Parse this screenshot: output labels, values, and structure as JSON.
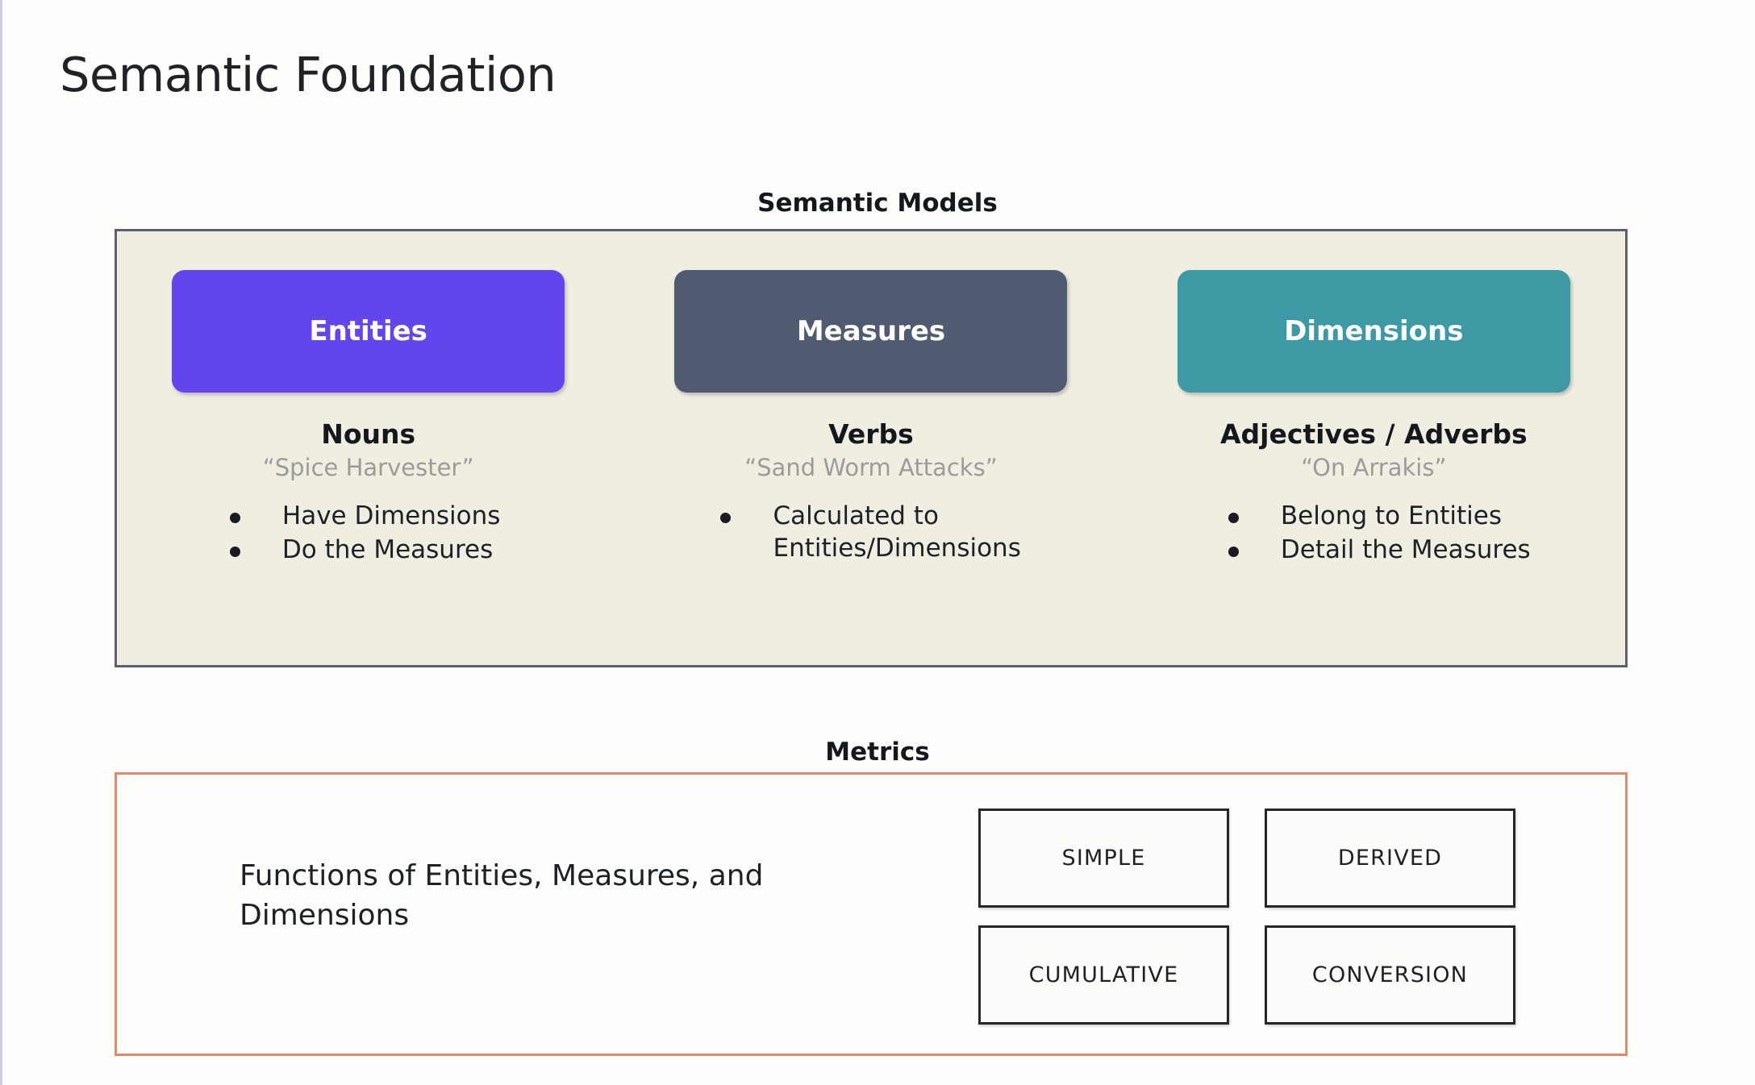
{
  "page": {
    "title": "Semantic Foundation"
  },
  "semantic_models": {
    "heading": "Semantic Models",
    "columns": [
      {
        "pill_label": "Entities",
        "pill_color": "#6345ee",
        "part_of_speech": "Nouns",
        "example": "“Spice Harvester”",
        "bullets": [
          "Have Dimensions",
          "Do the Measures"
        ]
      },
      {
        "pill_label": "Measures",
        "pill_color": "#505b72",
        "part_of_speech": "Verbs",
        "example": "“Sand Worm Attacks”",
        "bullets": [
          "Calculated to Entities/Dimensions"
        ]
      },
      {
        "pill_label": "Dimensions",
        "pill_color": "#3d9aa5",
        "part_of_speech": "Adjectives / Adverbs",
        "example": "“On Arrakis”",
        "bullets": [
          "Belong to Entities",
          "Detail the Measures"
        ]
      }
    ]
  },
  "metrics": {
    "heading": "Metrics",
    "description": "Functions of Entities, Measures, and Dimensions",
    "types": [
      "SIMPLE",
      "DERIVED",
      "CUMULATIVE",
      "CONVERSION"
    ],
    "border_color": "#e18a6a"
  }
}
